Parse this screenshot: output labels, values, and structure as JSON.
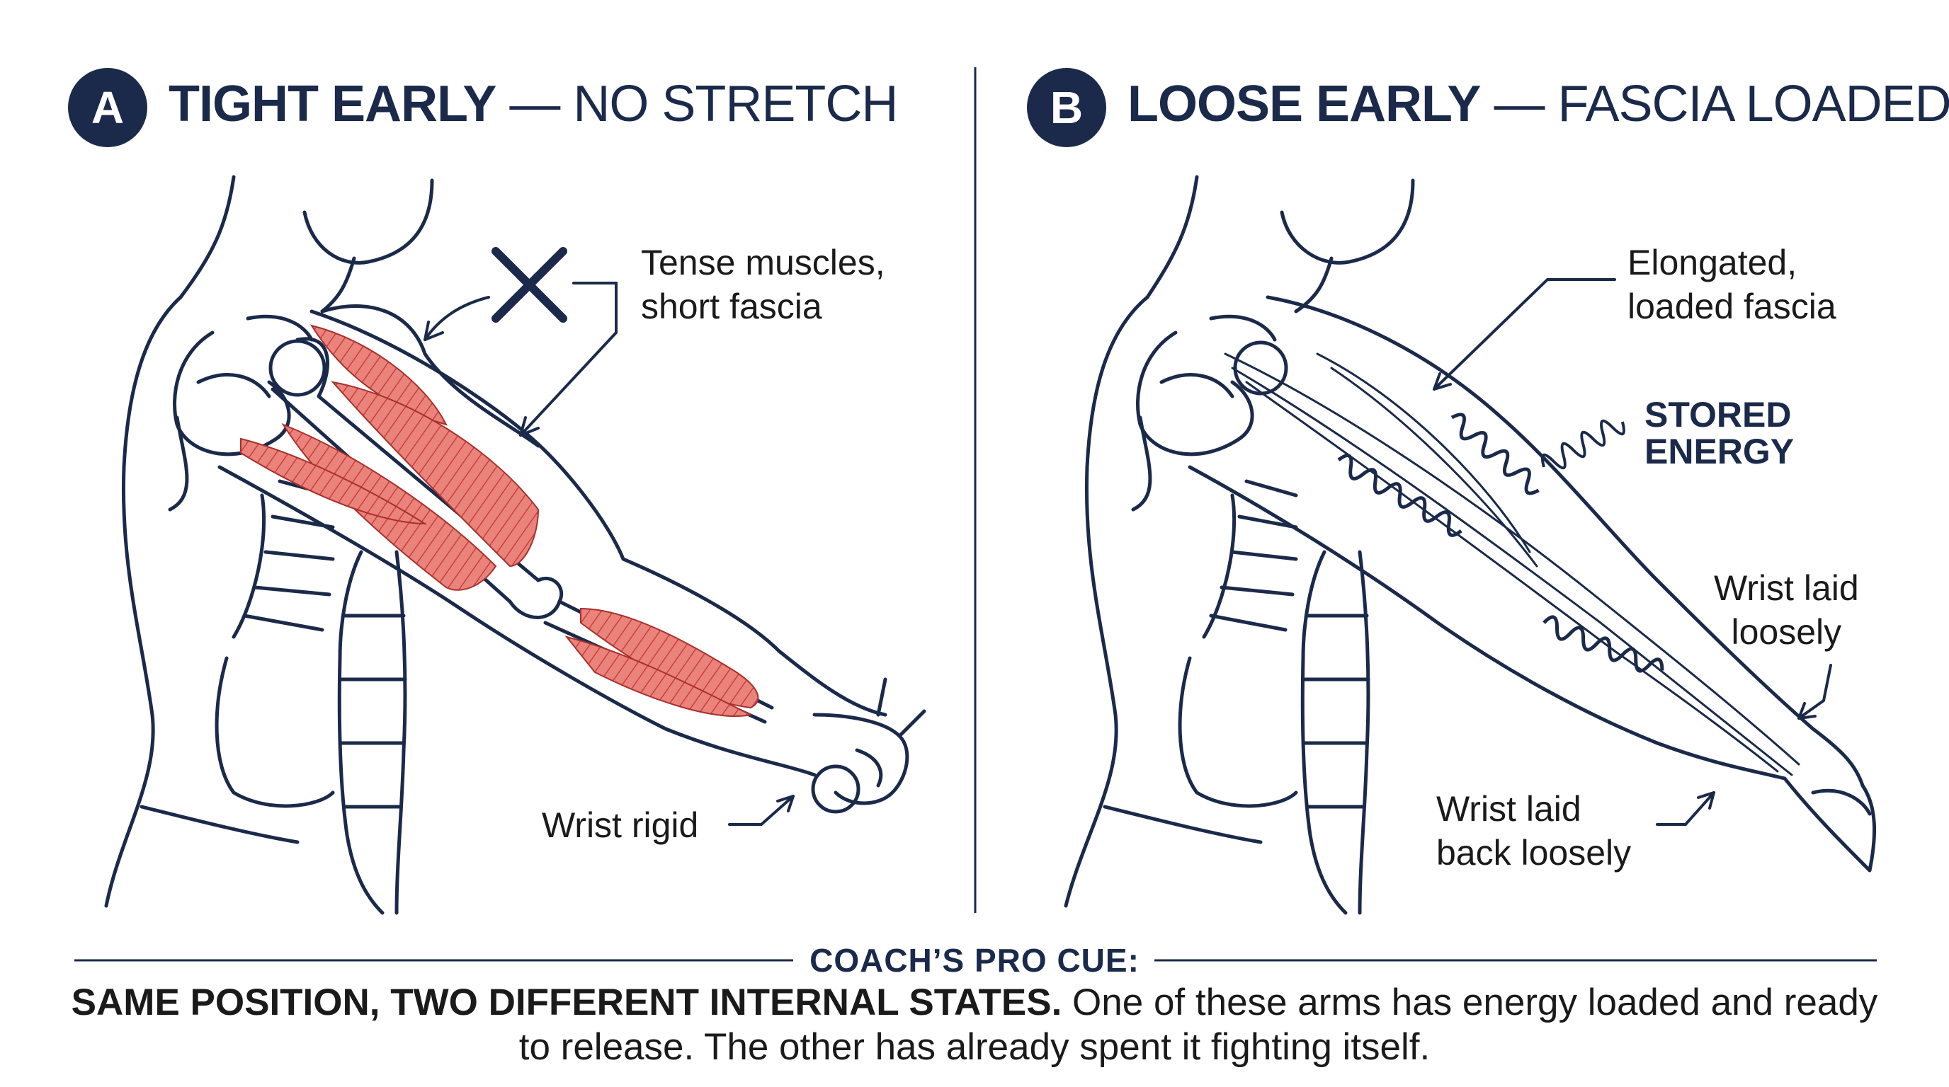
{
  "panel_a": {
    "badge": "A",
    "title_strong": "TIGHT EARLY",
    "title_rest": " — NO STRETCH",
    "callout_muscles_line1": "Tense muscles,",
    "callout_muscles_line2": "short fascia",
    "callout_wrist": "Wrist rigid"
  },
  "panel_b": {
    "badge": "B",
    "title_strong": "LOOSE EARLY",
    "title_rest": " — FASCIA LOADED",
    "callout_fascia_line1": "Elongated,",
    "callout_fascia_line2": "loaded fascia",
    "stored_line1": "STORED",
    "stored_line2": "ENERGY",
    "callout_wrist_upper_line1": "Wrist laid",
    "callout_wrist_upper_line2": "loosely",
    "callout_wrist_lower_line1": "Wrist laid",
    "callout_wrist_lower_line2": "back loosely"
  },
  "footer": {
    "heading": "COACH’S PRO CUE:",
    "strong": "SAME POSITION, TWO DIFFERENT INTERNAL STATES.",
    "rest": " One of these arms has energy loaded and ready to release. The other has already spent it fighting itself."
  },
  "colors": {
    "navy": "#1b2a4a",
    "muscle_red": "#d9534f",
    "muscle_light": "#f2b8b3"
  }
}
